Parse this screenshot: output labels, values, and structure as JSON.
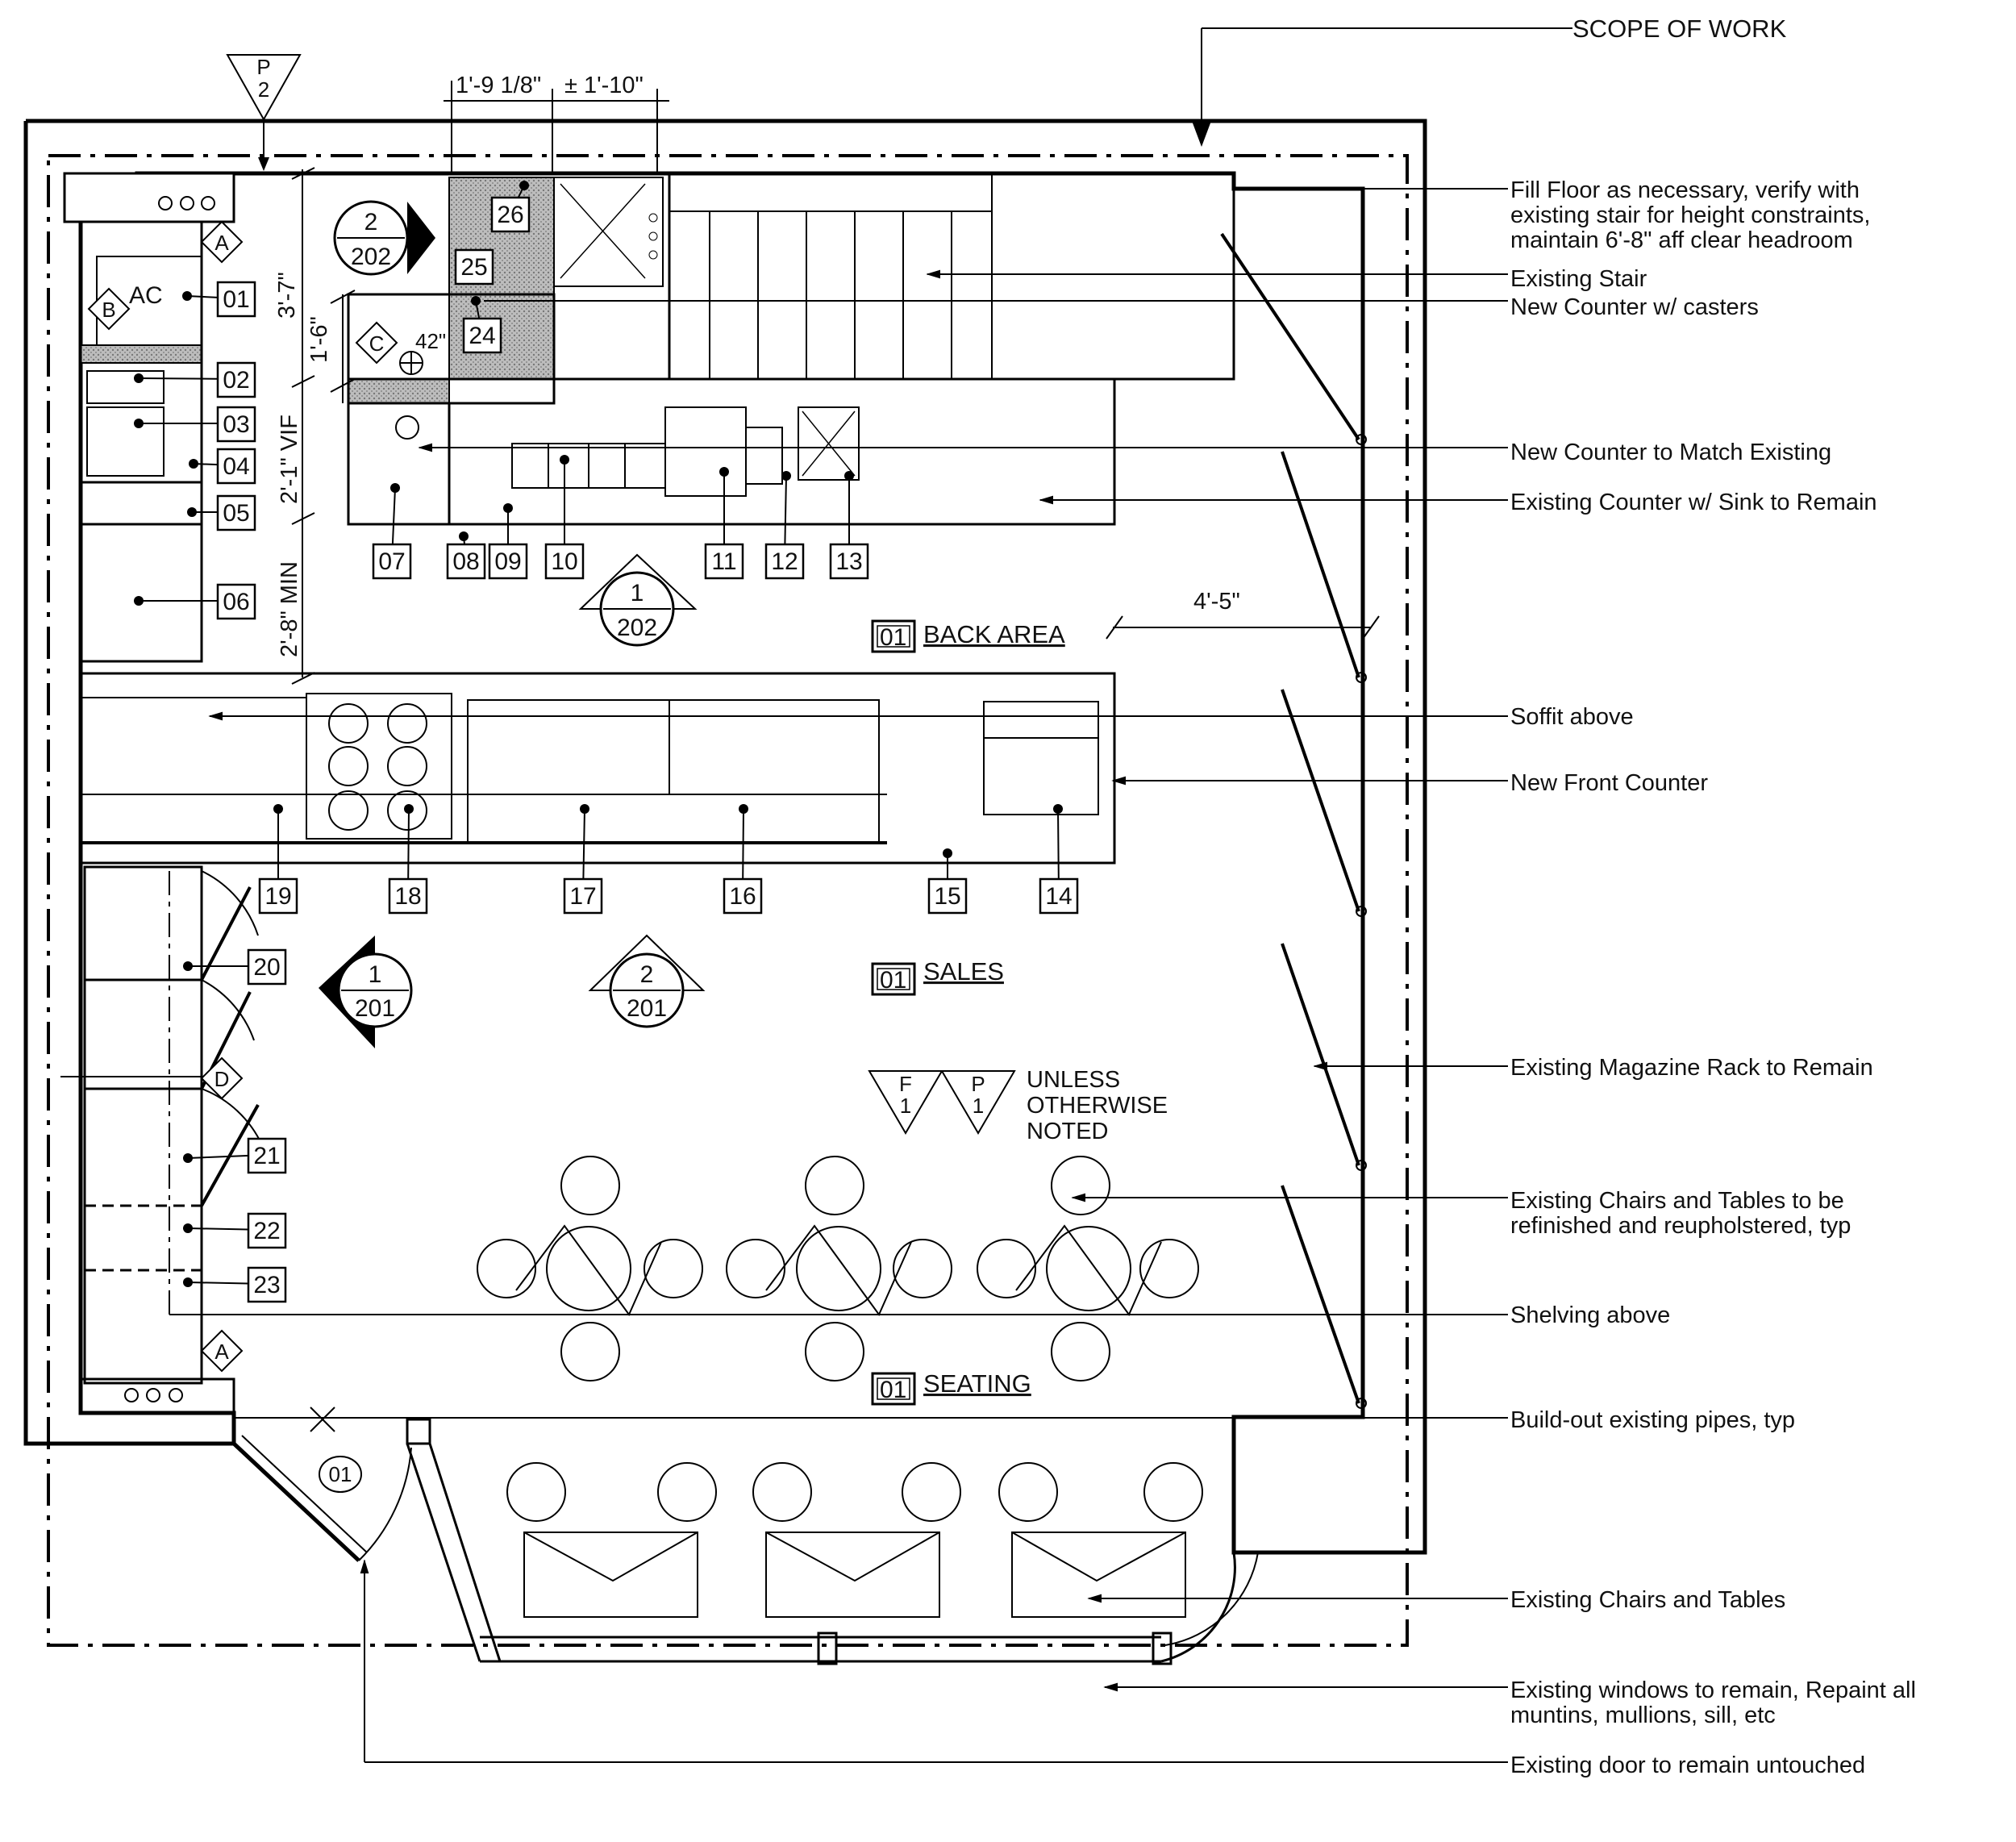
{
  "scope_label": "SCOPE OF WORK",
  "annotations": [
    {
      "id": "fill_floor",
      "lines": [
        "Fill Floor as necessary, verify with",
        "existing stair for height constraints,",
        "maintain 6'-8\" aff clear headroom"
      ]
    },
    {
      "id": "existing_stair",
      "lines": [
        "Existing Stair"
      ]
    },
    {
      "id": "new_counter_casters",
      "lines": [
        "New Counter w/  casters"
      ]
    },
    {
      "id": "new_counter_match",
      "lines": [
        "New Counter to Match Existing"
      ]
    },
    {
      "id": "existing_counter_sink",
      "lines": [
        "Existing Counter w/ Sink to Remain"
      ]
    },
    {
      "id": "soffit",
      "lines": [
        "Soffit above"
      ]
    },
    {
      "id": "new_front_counter",
      "lines": [
        "New Front Counter"
      ]
    },
    {
      "id": "magazine_rack",
      "lines": [
        "Existing Magazine Rack to Remain"
      ]
    },
    {
      "id": "chairs_tables_refinish",
      "lines": [
        "Existing Chairs and Tables to be",
        "refinished and reupholstered, typ"
      ]
    },
    {
      "id": "shelving",
      "lines": [
        "Shelving above"
      ]
    },
    {
      "id": "pipes",
      "lines": [
        "Build-out existing pipes, typ"
      ]
    },
    {
      "id": "chairs_tables",
      "lines": [
        "Existing Chairs and Tables"
      ]
    },
    {
      "id": "windows",
      "lines": [
        "Existing windows to remain, Repaint all",
        "muntins, mullions, sill, etc"
      ]
    },
    {
      "id": "door",
      "lines": [
        "Existing door to remain untouched"
      ]
    }
  ],
  "rooms": [
    {
      "num": "01",
      "name": "BACK AREA"
    },
    {
      "num": "01",
      "name": "SALES"
    },
    {
      "num": "01",
      "name": "SEATING"
    }
  ],
  "dimensions": {
    "top_a": "1'-9 1/8\"",
    "top_b": "± 1'-10\"",
    "v1": "3'-7\"",
    "v2": "1'-6\"",
    "v3": "2'-1\" VIF",
    "v4": "2'-8\" MIN",
    "h1": "4'-5\"",
    "sink": "42\""
  },
  "equipment_tags": [
    "01",
    "02",
    "03",
    "04",
    "05",
    "06",
    "07",
    "08",
    "09",
    "10",
    "11",
    "12",
    "13",
    "14",
    "15",
    "16",
    "17",
    "18",
    "19",
    "20",
    "21",
    "22",
    "23",
    "24",
    "25",
    "26"
  ],
  "elevation_markers": [
    {
      "num": "2",
      "sheet": "202"
    },
    {
      "num": "1",
      "sheet": "202"
    },
    {
      "num": "1",
      "sheet": "201"
    },
    {
      "num": "2",
      "sheet": "201"
    }
  ],
  "wall_tags": [
    "A",
    "B",
    "C",
    "D",
    "A"
  ],
  "finish_tags": [
    {
      "letter": "P",
      "num": "2"
    },
    {
      "letter": "F",
      "num": "1"
    },
    {
      "letter": "P",
      "num": "1"
    }
  ],
  "door_tag": "01",
  "unless_note": [
    "UNLESS",
    "OTHERWISE",
    "NOTED"
  ],
  "ac_label": "AC"
}
